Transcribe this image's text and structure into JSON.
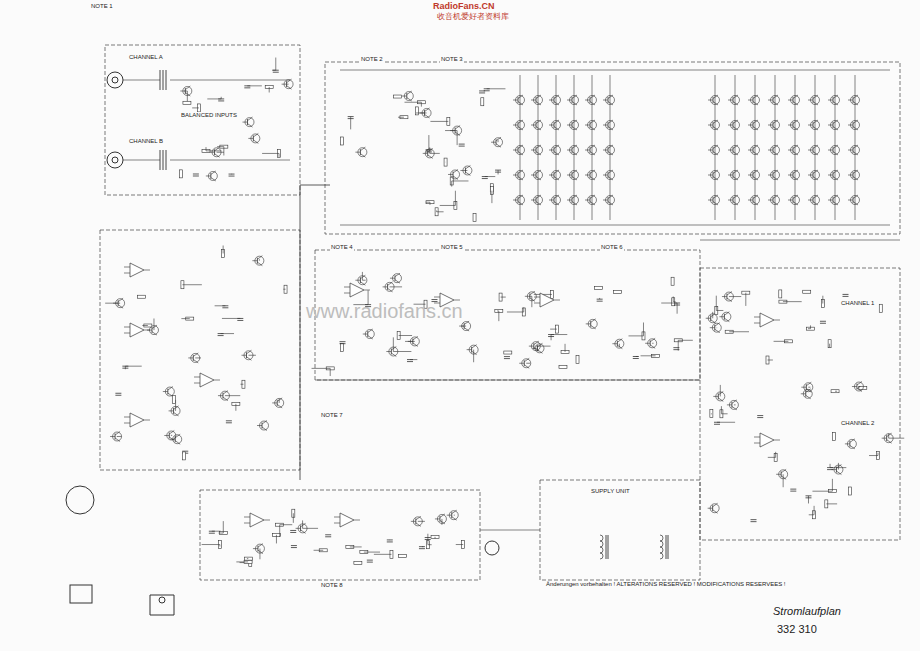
{
  "diagram": {
    "labels": [
      "RadioFans.CN",
      "收音机爱好者资料库",
      "www.radiofans.cn",
      "NOTE 1",
      "CHANNEL A",
      "CHANNEL B",
      "BALANCED INPUTS",
      "NOTE 2",
      "NOTE 3",
      "NOTE 4",
      "NOTE 5",
      "NOTE 6",
      "NOTE 7",
      "NOTE 8",
      "CHANNEL 1",
      "CHANNEL 2",
      "SUPPLY UNIT",
      "Änderungen vorbehalten ! ALTERATIONS RESERVED ! MODIFICATIONS RESERVEES !",
      "Stromlaufplan",
      "332 310"
    ]
  }
}
